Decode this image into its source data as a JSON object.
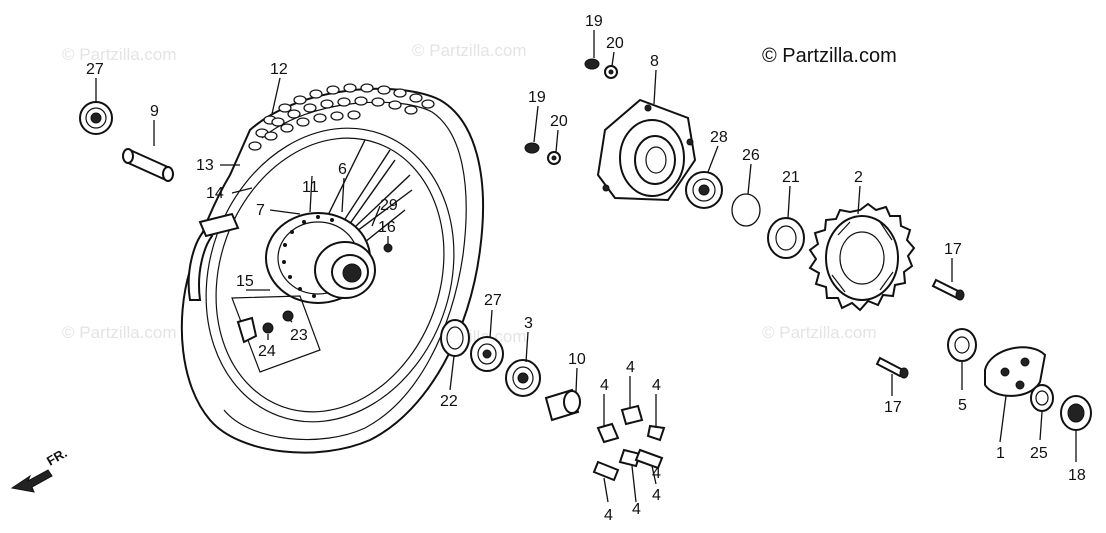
{
  "copyright": "© Partzilla.com",
  "watermark": "© Partzilla.com",
  "direction_label": "FR.",
  "callouts": [
    "19",
    "20",
    "8",
    "27",
    "12",
    "9",
    "19",
    "20",
    "28",
    "26",
    "21",
    "2",
    "13",
    "6",
    "11",
    "14",
    "7",
    "29",
    "16",
    "17",
    "15",
    "27",
    "3",
    "10",
    "24",
    "23",
    "22",
    "4",
    "4",
    "4",
    "5",
    "17",
    "4",
    "4",
    "4",
    "4",
    "1",
    "25",
    "18"
  ]
}
